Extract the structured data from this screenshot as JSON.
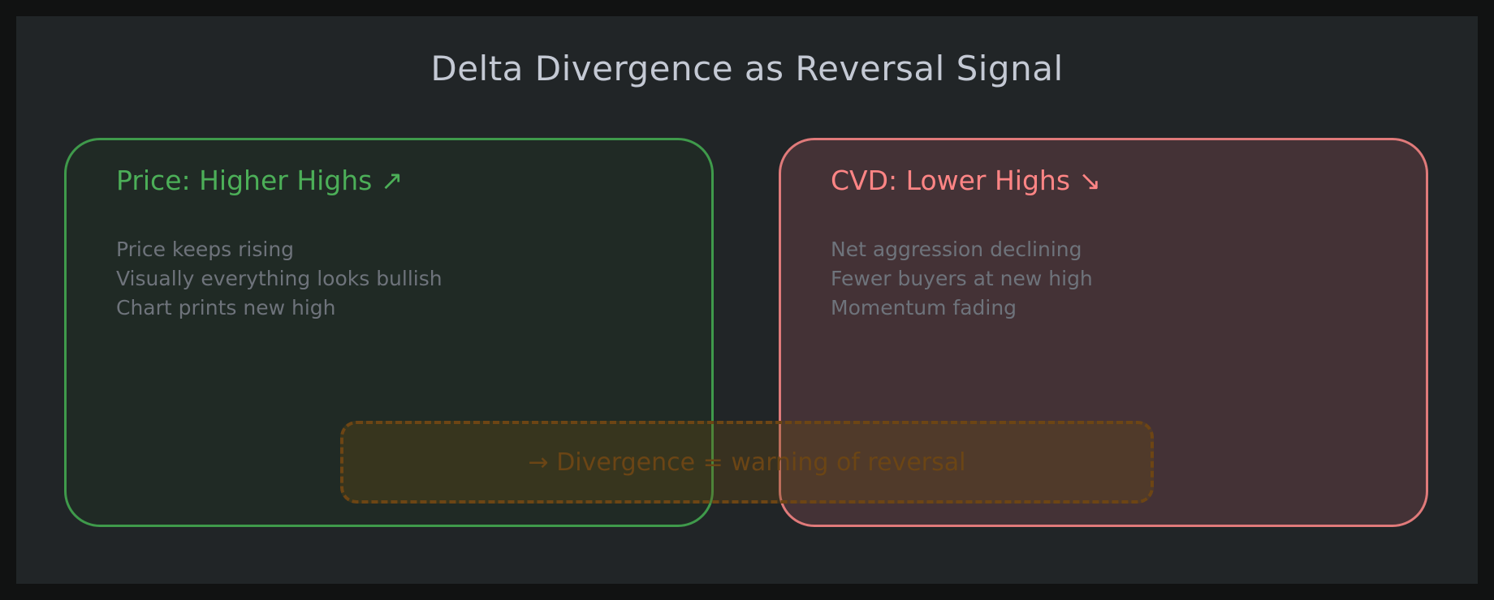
{
  "title": "Delta Divergence as Reversal Signal",
  "left_panel": {
    "heading": "Price: Higher Highs ↗",
    "lines": [
      "Price keeps rising",
      "Visually everything looks bullish",
      "Chart prints new high"
    ],
    "border_color": "#3f9a4b",
    "text_color": "#4caf58"
  },
  "right_panel": {
    "heading": "CVD: Lower Highs ↘",
    "lines": [
      "Net aggression declining",
      "Fewer buyers at new high",
      "Momentum fading"
    ],
    "border_color": "#e07a7a",
    "text_color": "#ff8585"
  },
  "callout": {
    "text": "→ Divergence = warning of reversal",
    "color": "#6b4515"
  }
}
